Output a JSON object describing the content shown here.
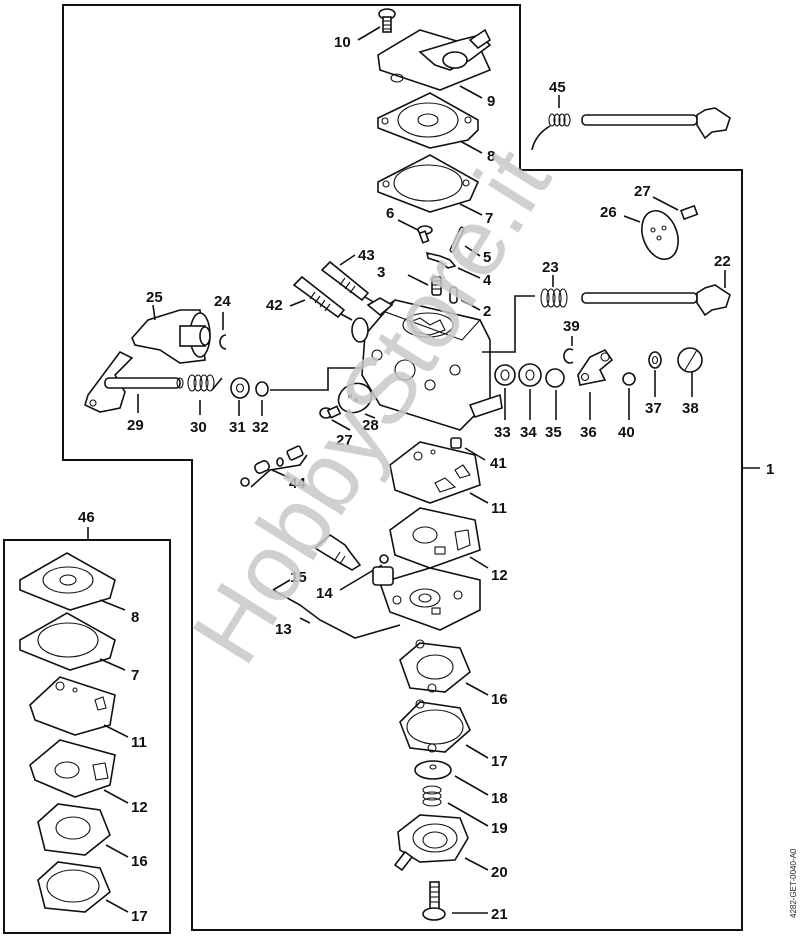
{
  "diagram": {
    "title": "Carburetor exploded parts diagram",
    "watermark": "HobbyStore.it",
    "drawing_code": "4282-GET-0040-A0",
    "assembly_label": "1",
    "kit_label": "46",
    "callouts": [
      {
        "id": "c2",
        "text": "2"
      },
      {
        "id": "c3",
        "text": "3"
      },
      {
        "id": "c4",
        "text": "4"
      },
      {
        "id": "c5",
        "text": "5"
      },
      {
        "id": "c6",
        "text": "6"
      },
      {
        "id": "c7",
        "text": "7"
      },
      {
        "id": "c8",
        "text": "8"
      },
      {
        "id": "c9",
        "text": "9"
      },
      {
        "id": "c10",
        "text": "10"
      },
      {
        "id": "c11",
        "text": "11"
      },
      {
        "id": "c12",
        "text": "12"
      },
      {
        "id": "c13",
        "text": "13"
      },
      {
        "id": "c14",
        "text": "14"
      },
      {
        "id": "c15",
        "text": "15"
      },
      {
        "id": "c16",
        "text": "16"
      },
      {
        "id": "c17",
        "text": "17"
      },
      {
        "id": "c18",
        "text": "18"
      },
      {
        "id": "c19",
        "text": "19"
      },
      {
        "id": "c20",
        "text": "20"
      },
      {
        "id": "c21",
        "text": "21"
      },
      {
        "id": "c22",
        "text": "22"
      },
      {
        "id": "c23",
        "text": "23"
      },
      {
        "id": "c24",
        "text": "24"
      },
      {
        "id": "c25",
        "text": "25"
      },
      {
        "id": "c26",
        "text": "26"
      },
      {
        "id": "c27",
        "text": "27"
      },
      {
        "id": "c27b",
        "text": "27"
      },
      {
        "id": "c28",
        "text": "28"
      },
      {
        "id": "c29",
        "text": "29"
      },
      {
        "id": "c30",
        "text": "30"
      },
      {
        "id": "c31",
        "text": "31"
      },
      {
        "id": "c32",
        "text": "32"
      },
      {
        "id": "c33",
        "text": "33"
      },
      {
        "id": "c34",
        "text": "34"
      },
      {
        "id": "c35",
        "text": "35"
      },
      {
        "id": "c36",
        "text": "36"
      },
      {
        "id": "c37",
        "text": "37"
      },
      {
        "id": "c38",
        "text": "38"
      },
      {
        "id": "c39",
        "text": "39"
      },
      {
        "id": "c40",
        "text": "40"
      },
      {
        "id": "c41",
        "text": "41"
      },
      {
        "id": "c42",
        "text": "42"
      },
      {
        "id": "c43",
        "text": "43"
      },
      {
        "id": "c44",
        "text": "44"
      },
      {
        "id": "c45",
        "text": "45"
      }
    ],
    "kit_callouts": [
      {
        "text": "8"
      },
      {
        "text": "7"
      },
      {
        "text": "11"
      },
      {
        "text": "12"
      },
      {
        "text": "16"
      },
      {
        "text": "17"
      }
    ]
  }
}
